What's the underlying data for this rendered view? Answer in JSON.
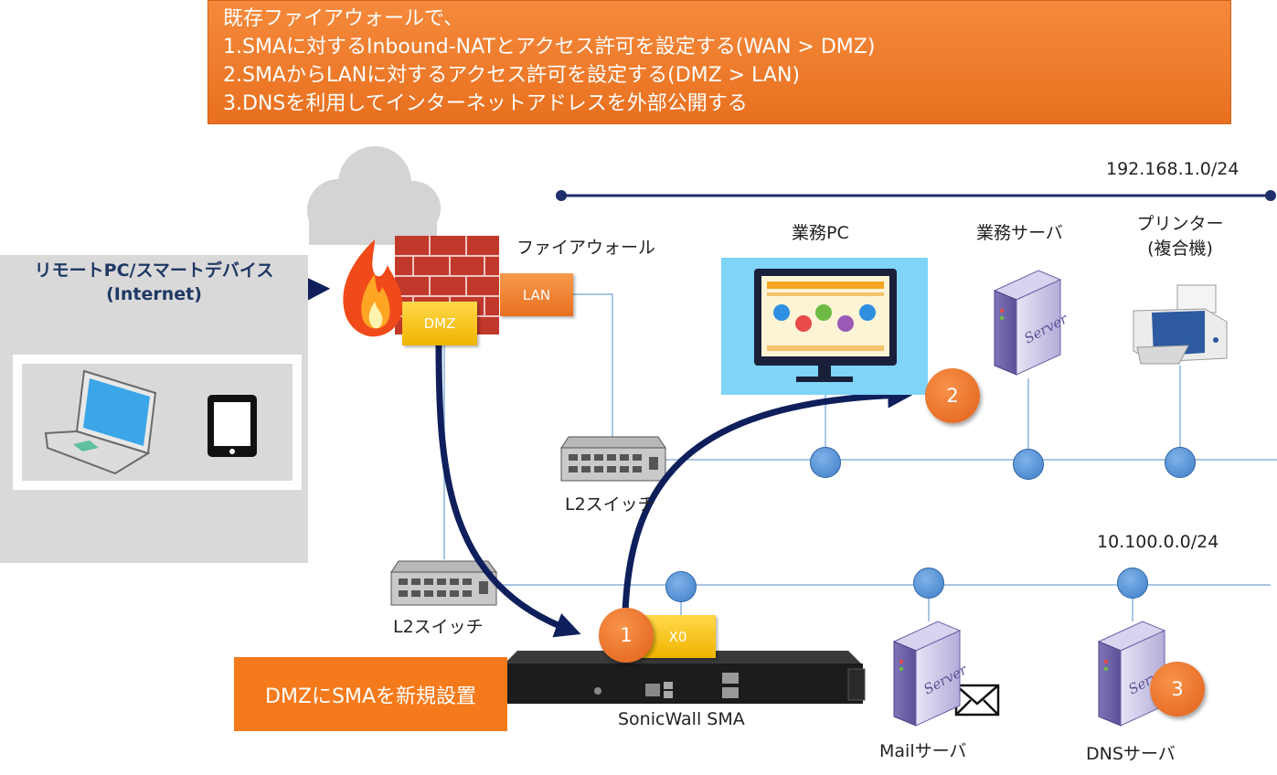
{
  "banner": {
    "lines": [
      "既存ファイアウォールで、",
      "1.SMAに対するInbound-NATとアクセス許可を設定する(WAN > DMZ)",
      "2.SMAからLANに対するアクセス許可を設定する(DMZ > LAN)",
      "3.DNSを利用してインターネットアドレスを外部公開する"
    ]
  },
  "remote": {
    "title_line1": "リモートPC/スマートデバイス",
    "title_line2": "(Internet)"
  },
  "firewall": {
    "label": "ファイアウォール",
    "lan_port": "LAN",
    "dmz_port": "DMZ"
  },
  "switches": {
    "lan_switch": "L2スイッチ",
    "dmz_switch": "L2スイッチ"
  },
  "networks": {
    "lan_subnet": "192.168.1.0/24",
    "dmz_subnet": "10.100.0.0/24"
  },
  "lan_devices": {
    "pc": "業務PC",
    "server": "業務サーバ",
    "printer_line1": "プリンター",
    "printer_line2": "(複合機)"
  },
  "dmz_devices": {
    "sma": "SonicWall SMA",
    "sma_port": "X0",
    "mail": "Mailサーバ",
    "dns": "DNSサーバ"
  },
  "callout": "DMZにSMAを新規設置",
  "steps": [
    "1",
    "2",
    "3"
  ],
  "server_icon_text": "Server",
  "colors": {
    "arrow": "#0e1f5b",
    "banner": "#f07a2a",
    "badge": "#e8671e",
    "node": "#4a8ad4",
    "port_yellow": "#f5c000",
    "port_orange": "#f08a3a"
  }
}
